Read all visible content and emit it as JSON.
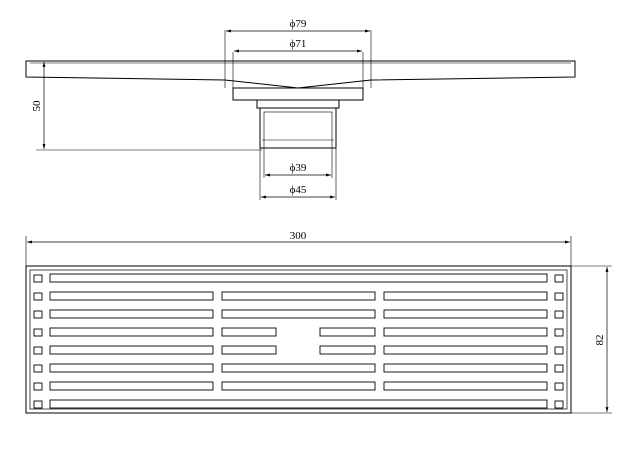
{
  "dimensions": {
    "top_outer_diameter": "ϕ79",
    "top_inner_diameter": "ϕ71",
    "outlet_height": "50",
    "outlet_inner_diameter": "ϕ39",
    "outlet_outer_diameter": "ϕ45",
    "grate_length": "300",
    "grate_width": "82"
  },
  "colors": {
    "line": "#000000",
    "background": "#ffffff"
  }
}
